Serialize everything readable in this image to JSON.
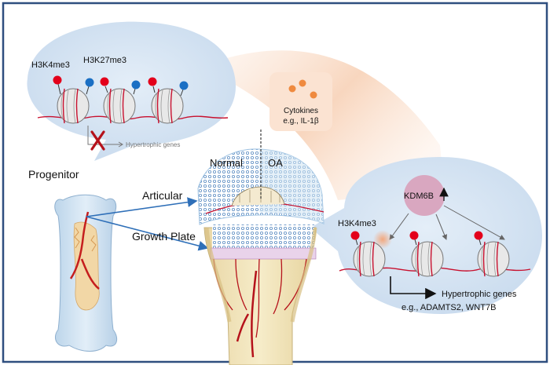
{
  "labels": {
    "h3k4me3_top": "H3K4me3",
    "h3k27me3_top": "H3K27me3",
    "hypertrophic_blocked": "Hypertrophic genes",
    "progenitor": "Progenitor",
    "cytokines_line1": "Cytokines",
    "cytokines_line2": "e.g., IL-1β",
    "normal": "Normal",
    "oa": "OA",
    "articular": "Articular",
    "growth_plate": "Growth Plate",
    "kdm6b": "KDM6B",
    "h3k4me3_right": "H3K4me3",
    "hypertrophic_active": "Hypertrophic genes",
    "example_genes": "e.g., ADAMTS2, WNT7B"
  },
  "colors": {
    "frame": "#2f4f7f",
    "bubble": "#d5e3f1",
    "cytokine_box": "#fbe3d2",
    "cytokine_dot": "#ef8a3f",
    "kdm6b": "#d9a7c0",
    "h3k4me3_mark": "#e3001b",
    "h3k27me3_mark": "#1a6fc4",
    "dna": "#c8102e",
    "arrow_blue": "#2e6fb8",
    "x_mark": "#b5121b"
  }
}
